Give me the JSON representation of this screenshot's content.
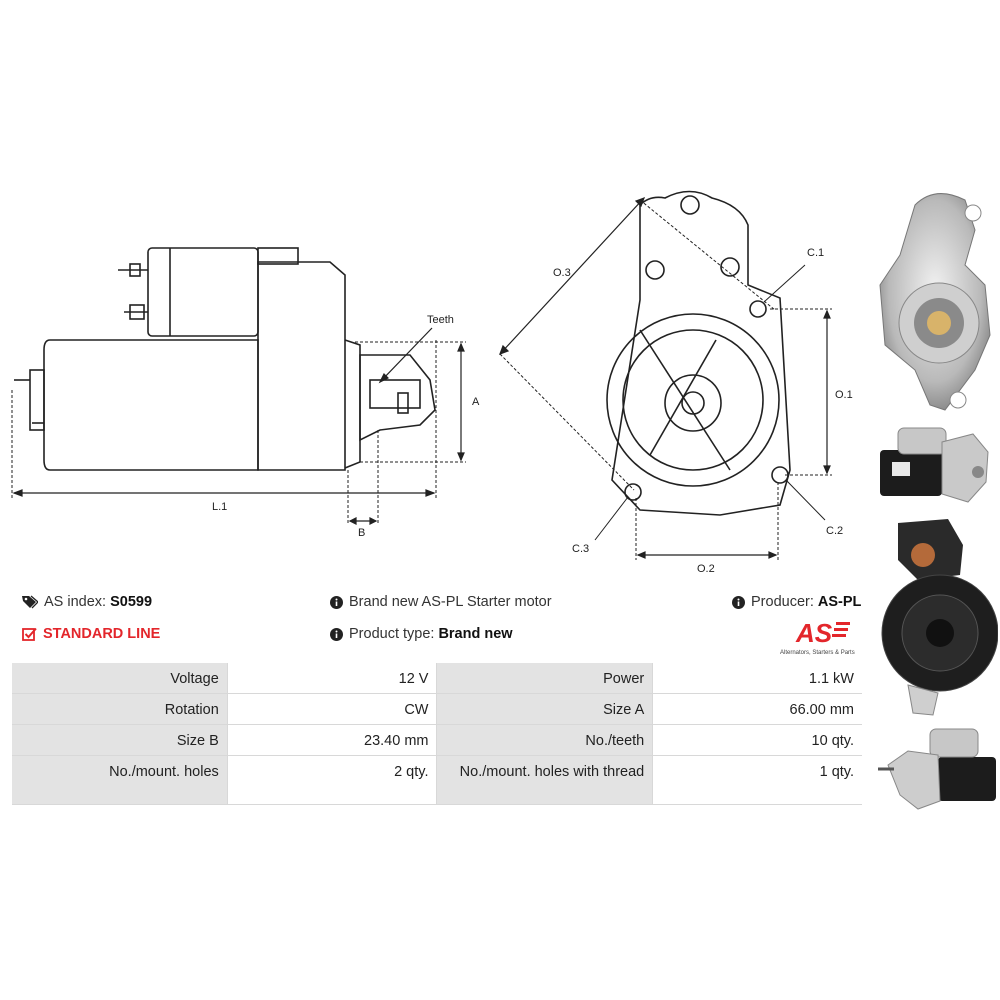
{
  "drawing": {
    "labels": {
      "teeth": "Teeth",
      "a": "A",
      "l1": "L.1",
      "b": "B",
      "o3": "O.3",
      "o1": "O.1",
      "o2": "O.2",
      "c1": "C.1",
      "c2": "C.2",
      "c3": "C.3"
    }
  },
  "info": {
    "as_index_label": "AS index:",
    "as_index_value": "S0599",
    "standard_line": "STANDARD LINE",
    "brand_text": "Brand new AS-PL Starter motor",
    "product_type_label": "Product type:",
    "product_type_value": "Brand new",
    "producer_label": "Producer:",
    "producer_value": "AS-PL",
    "logo_text": "AS",
    "logo_tagline": "Alternators, Starters & Parts"
  },
  "specs": [
    {
      "label1": "Voltage",
      "value1": "12 V",
      "label2": "Power",
      "value2": "1.1 kW"
    },
    {
      "label1": "Rotation",
      "value1": "CW",
      "label2": "Size A",
      "value2": "66.00 mm"
    },
    {
      "label1": "Size B",
      "value1": "23.40 mm",
      "label2": "No./teeth",
      "value2": "10 qty."
    },
    {
      "label1": "No./mount. holes",
      "value1": "2 qty.",
      "label2": "No./mount. holes with thread",
      "value2": "1 qty."
    }
  ],
  "colors": {
    "accent_red": "#e3262b",
    "table_label_bg": "#e3e3e3"
  },
  "icons": {
    "tag": "tag-icon",
    "check": "checkbox-icon",
    "info": "info-icon"
  }
}
